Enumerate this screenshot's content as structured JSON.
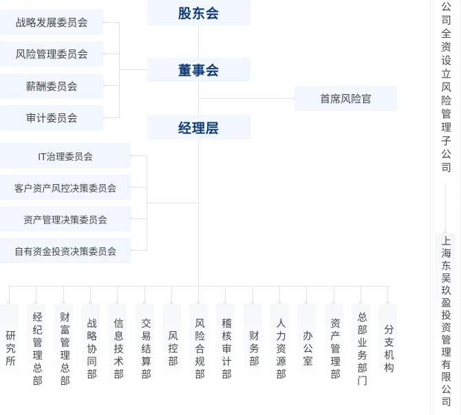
{
  "top_nodes": {
    "shareholders": "股东会",
    "board": "董事会",
    "management": "经理层",
    "cro": "首席风险官"
  },
  "board_committees": [
    "战略发展委员会",
    "风险管理委员会",
    "薪酬委员会",
    "审计委员会"
  ],
  "management_committees": [
    "IT治理委员会",
    "客户资产风控决策委员会",
    "资产管理决策委员会",
    "自有资金投资决策委员会"
  ],
  "departments": [
    "研究所",
    "经纪管理总部",
    "财富管理总部",
    "战略协同部",
    "信息技术部",
    "交易结算部",
    "风控部",
    "风险合规部",
    "稽核审计部",
    "财务部",
    "人力资源部",
    "办公室",
    "资产管理部",
    "总部业务部门",
    "分支机构"
  ],
  "subsidiary": {
    "label": "公司全资设立风险管理子公司",
    "name": "上海东吴玖盈投资管理有限公司"
  },
  "colors": {
    "main_text": "#0d3a7a",
    "box_bg": "#f2f6fd",
    "line": "#e2e2e2"
  }
}
